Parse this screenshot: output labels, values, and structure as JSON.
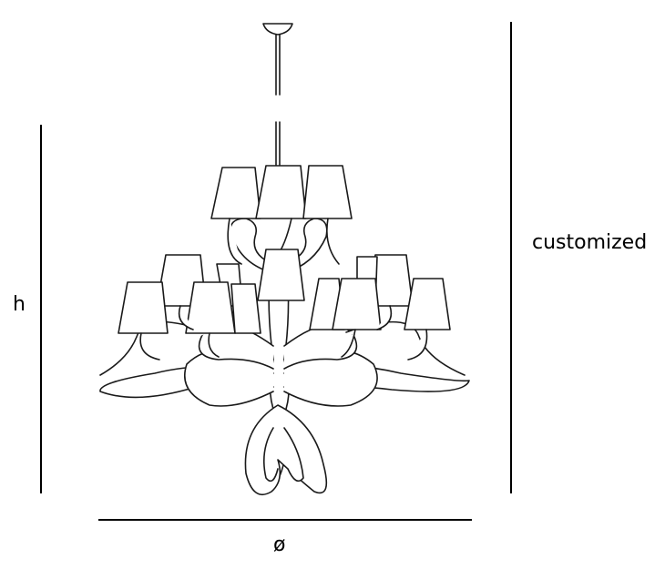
{
  "dimensions": {
    "height_label": "h",
    "overall_label": "customized",
    "diameter_label": "ø"
  },
  "illustration": {
    "subject": "chandelier-line-drawing",
    "line_color": "#1a1a1a",
    "background": "#ffffff"
  }
}
